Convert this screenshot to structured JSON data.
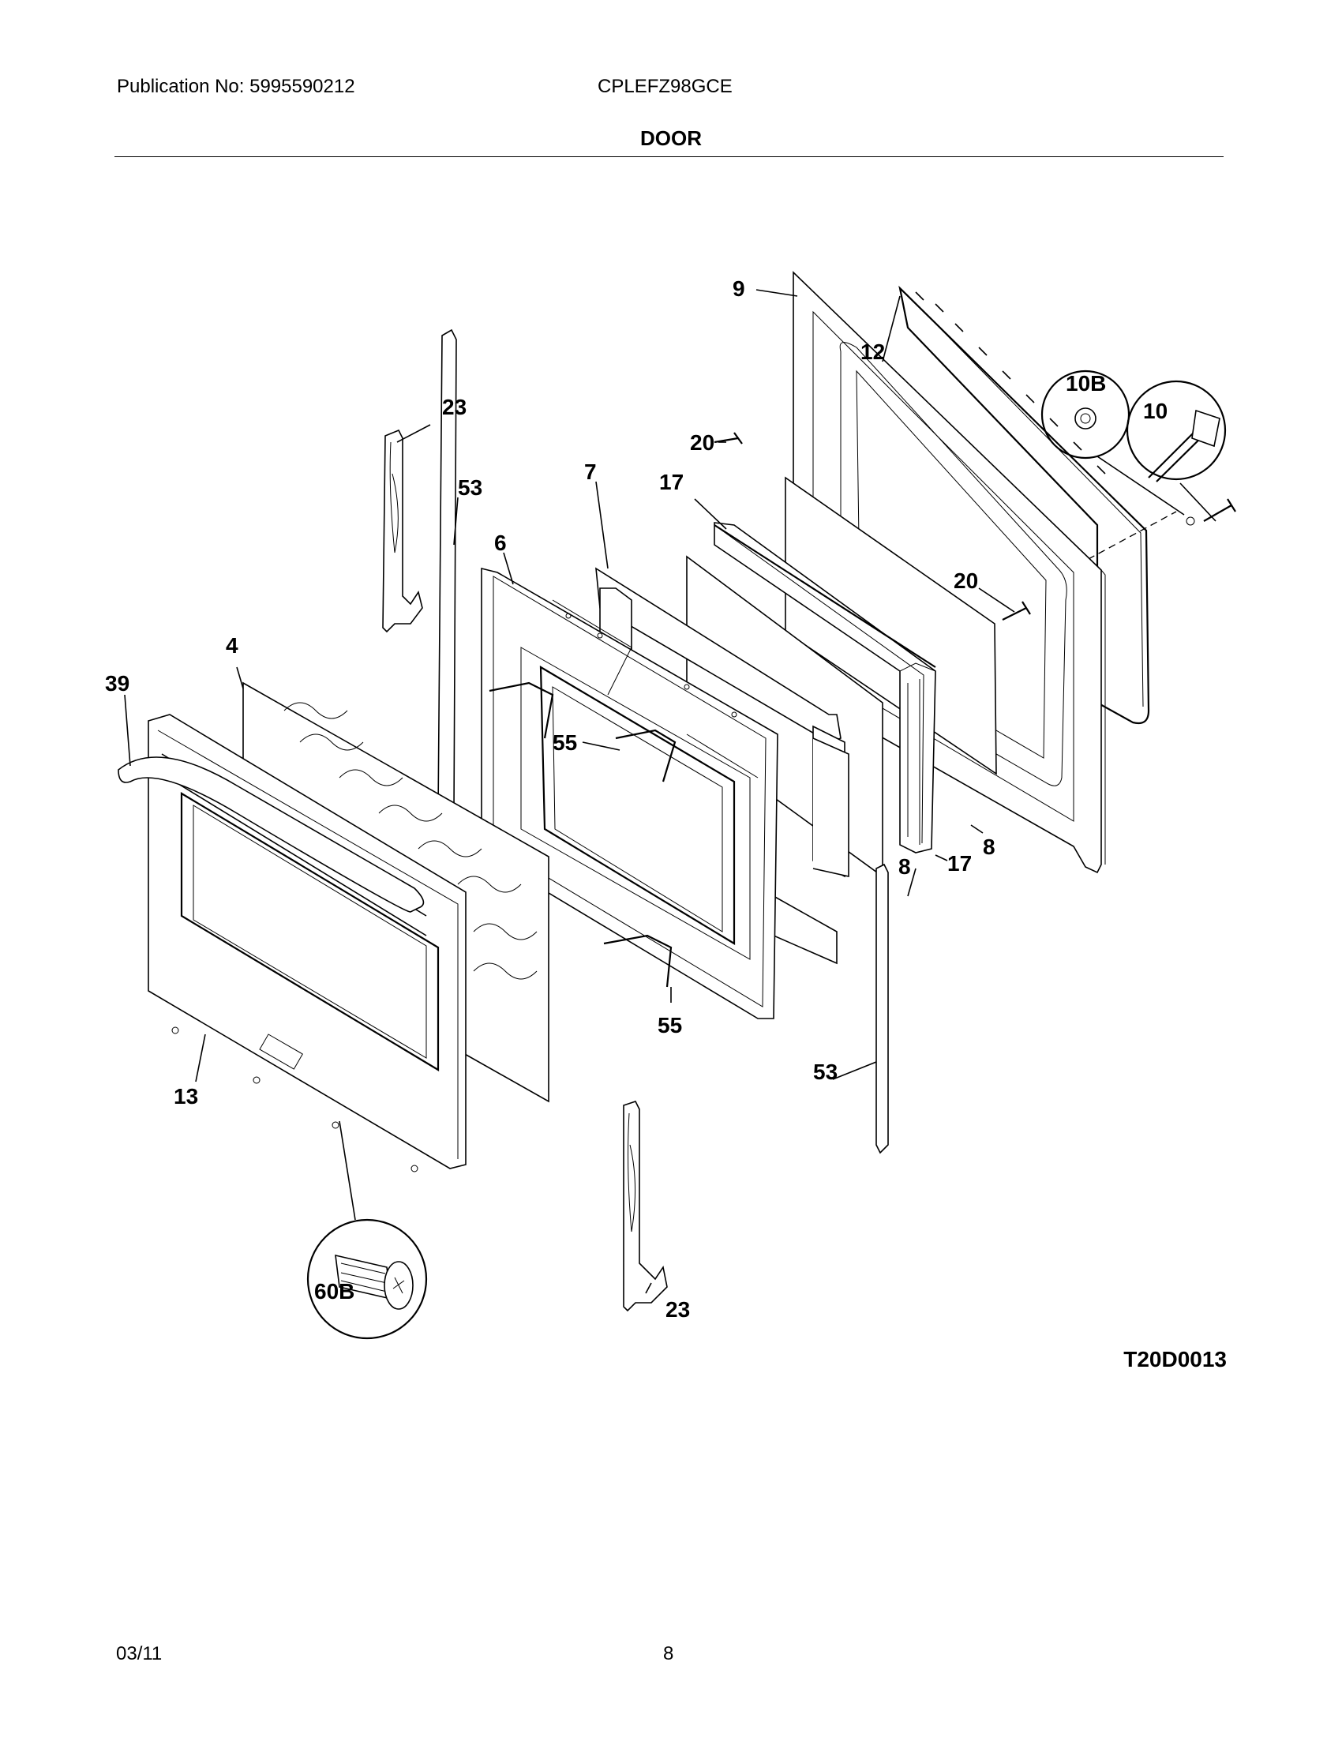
{
  "header": {
    "publication": "Publication No: 5995590212",
    "model": "CPLEFZ98GCE",
    "section": "DOOR"
  },
  "figure_id": "T20D0013",
  "footer": {
    "date": "03/11",
    "page": "8"
  },
  "callouts": {
    "hinge_top": "23",
    "hinge_bottom": "23",
    "channel_left": "53",
    "channel_right": "53",
    "inner_door": "6",
    "insulation": "7",
    "window_pack_top": "17",
    "window_pack_bottom": "17",
    "liner": "9",
    "gasket": "12",
    "washer": "10B",
    "bolt": "10",
    "screw_top": "20",
    "screw_right": "20",
    "glass": "4",
    "handle": "39",
    "outer_door": "13",
    "screw_detail": "60B",
    "bracket_top": "55",
    "bracket_bottom": "55",
    "spacer_left": "8",
    "spacer_right": "8"
  }
}
